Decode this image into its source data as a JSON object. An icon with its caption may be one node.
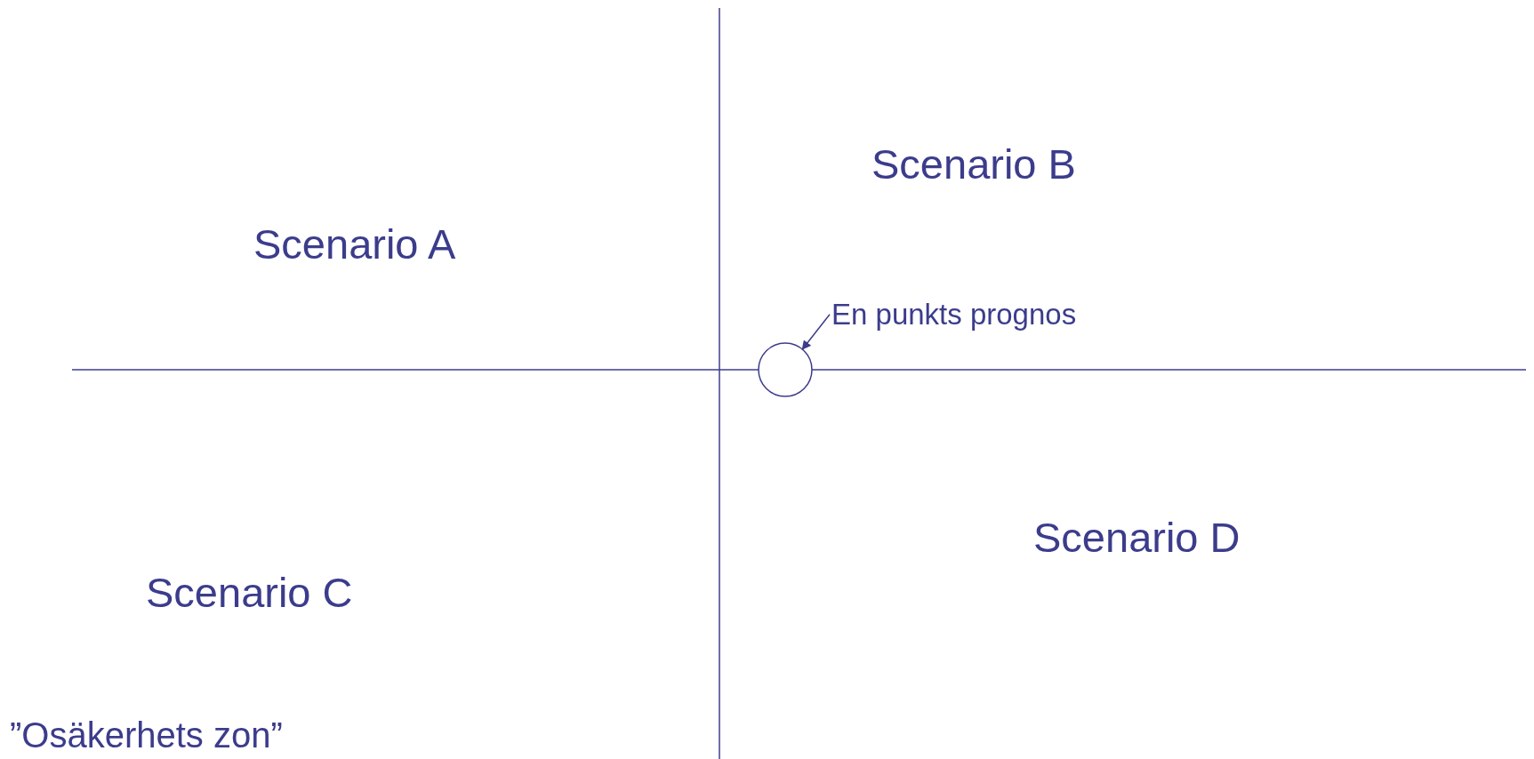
{
  "diagram": {
    "nodes": [
      {
        "text": [
          "En punkts prognos"
        ]
      },
      {
        "text": [],
        "shape": "circle"
      }
    ],
    "edges": [
      {
        "from": 0,
        "to": 1,
        "arrow": "to"
      }
    ],
    "labels": [
      "Scenario B",
      "Scenario A",
      "Scenario D",
      "Scenario C",
      "”Osäkerhets zon”"
    ]
  }
}
